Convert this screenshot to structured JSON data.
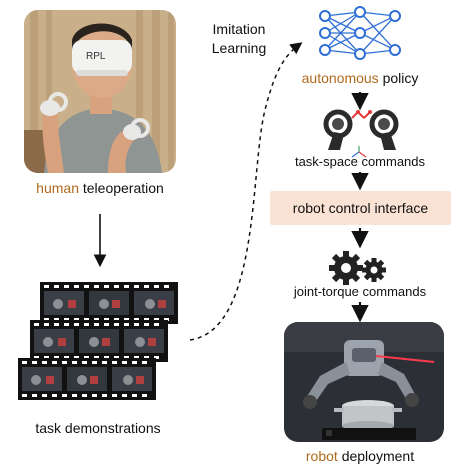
{
  "human": {
    "accent": "human",
    "rest": " teleoperation"
  },
  "demos": {
    "label": "task demonstrations"
  },
  "imitation": {
    "line1": "Imitation",
    "line2": "Learning"
  },
  "policy": {
    "accent": "autonomous",
    "rest": " policy"
  },
  "task_space": {
    "label": "task-space commands"
  },
  "interface": {
    "label": "robot control interface"
  },
  "joint_torque": {
    "label": "joint-torque commands"
  },
  "robot": {
    "accent": "robot",
    "rest": " deployment"
  },
  "headset_text": "RPL",
  "colors": {
    "accent": "#b06a1e",
    "network": "#2f6fd6",
    "interface_box": "#fae3d4",
    "arrow": "#111111"
  }
}
